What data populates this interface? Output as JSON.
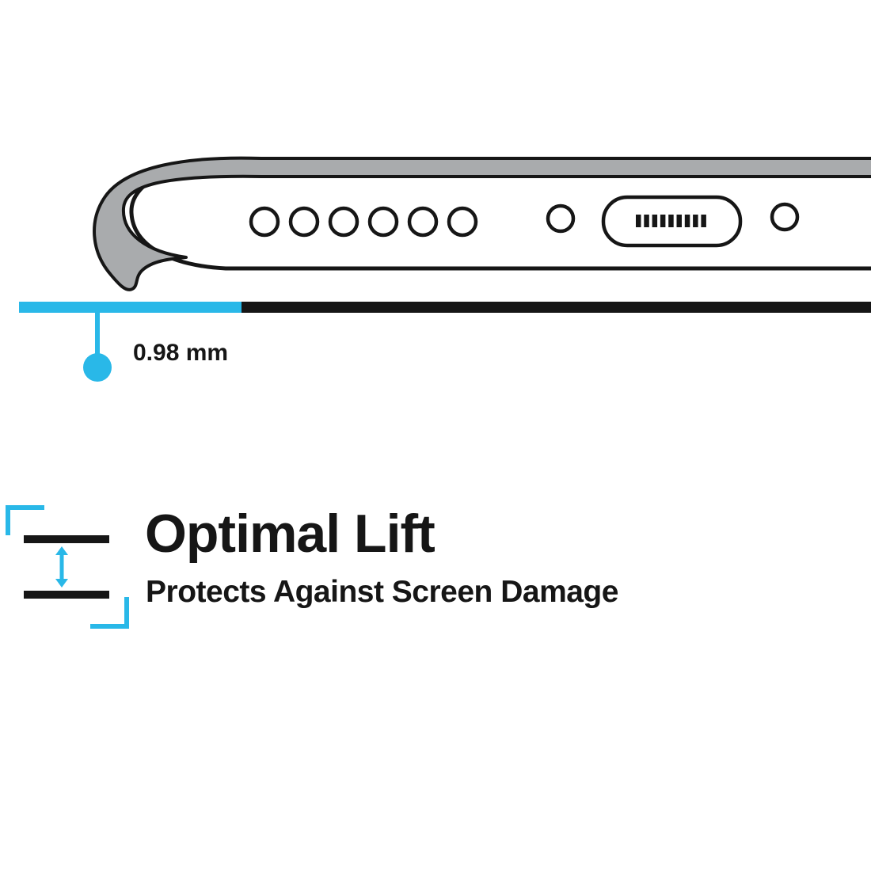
{
  "colors": {
    "accent": "#29b8e8",
    "ink": "#161616",
    "caseGray": "#a9abad"
  },
  "measurement": {
    "label": "0.98 mm"
  },
  "feature": {
    "title": "Optimal Lift",
    "subtitle": "Protects Against Screen Damage"
  }
}
